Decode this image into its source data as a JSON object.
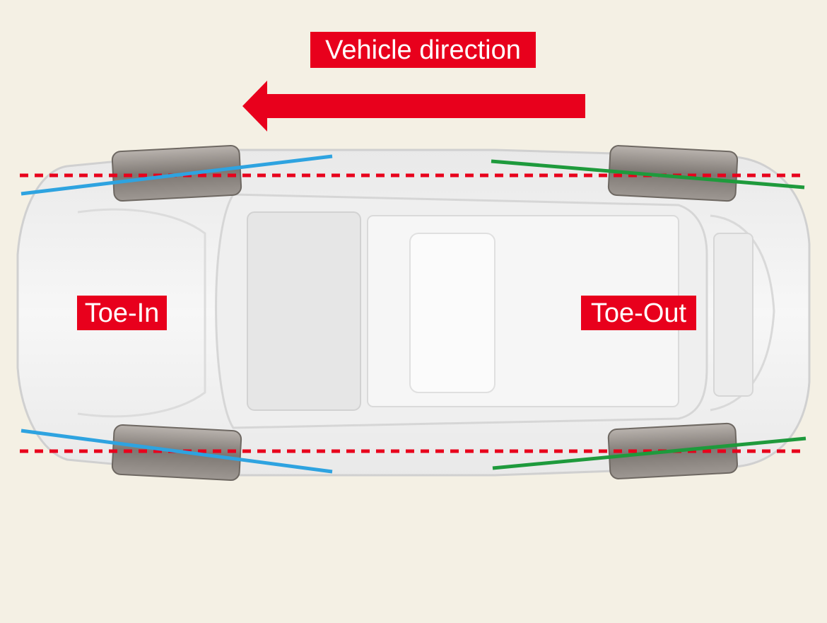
{
  "labels": {
    "vehicle_direction": "Vehicle direction",
    "toe_in": "Toe-In",
    "toe_out": "Toe-Out"
  },
  "colors": {
    "background": "#f4f0e4",
    "label_red": "#e8001c",
    "arrow_red": "#e8001c",
    "reference_dashed": "#e8001c",
    "toe_in_line": "#2ea3e0",
    "toe_out_line": "#1e9a3c",
    "car_body": "#f2f2f2",
    "tire": "#8a8480"
  },
  "icons": {
    "direction_arrow": "arrow-left-icon"
  }
}
